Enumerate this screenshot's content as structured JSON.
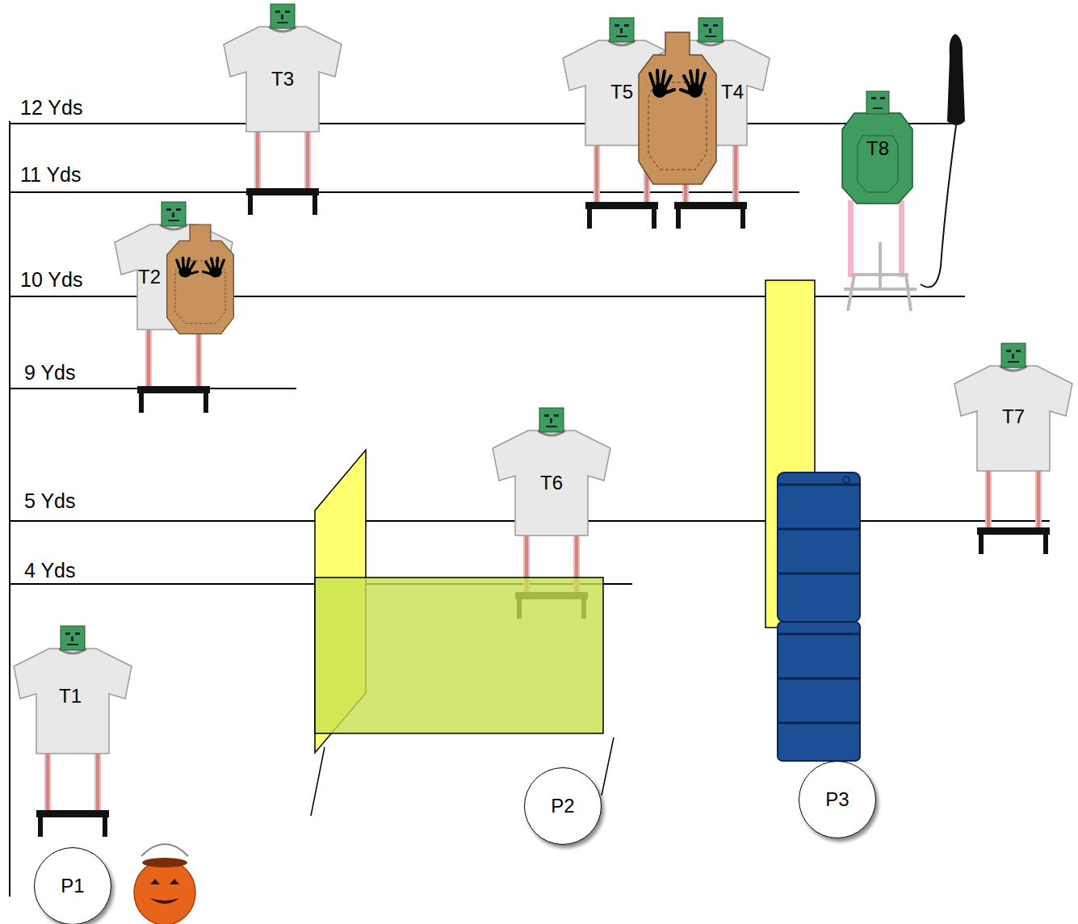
{
  "diagram": {
    "nodes": [
      {
        "text": [
          "T3"
        ]
      },
      {
        "text": [
          "T5"
        ]
      },
      {
        "text": [
          "T4"
        ]
      },
      {
        "text": [
          "T8"
        ]
      },
      {
        "text": [
          "T2"
        ]
      },
      {
        "text": [
          "T7"
        ]
      },
      {
        "text": [
          "T6"
        ]
      },
      {
        "text": [
          "T1"
        ]
      },
      {
        "text": [
          "P2"
        ]
      },
      {
        "text": [
          "P3"
        ]
      },
      {
        "text": [
          "P1"
        ]
      }
    ],
    "labels": [
      "12 Yds",
      "11 Yds",
      "10 Yds",
      "9 Yds",
      "5 Yds",
      "4 Yds"
    ]
  }
}
